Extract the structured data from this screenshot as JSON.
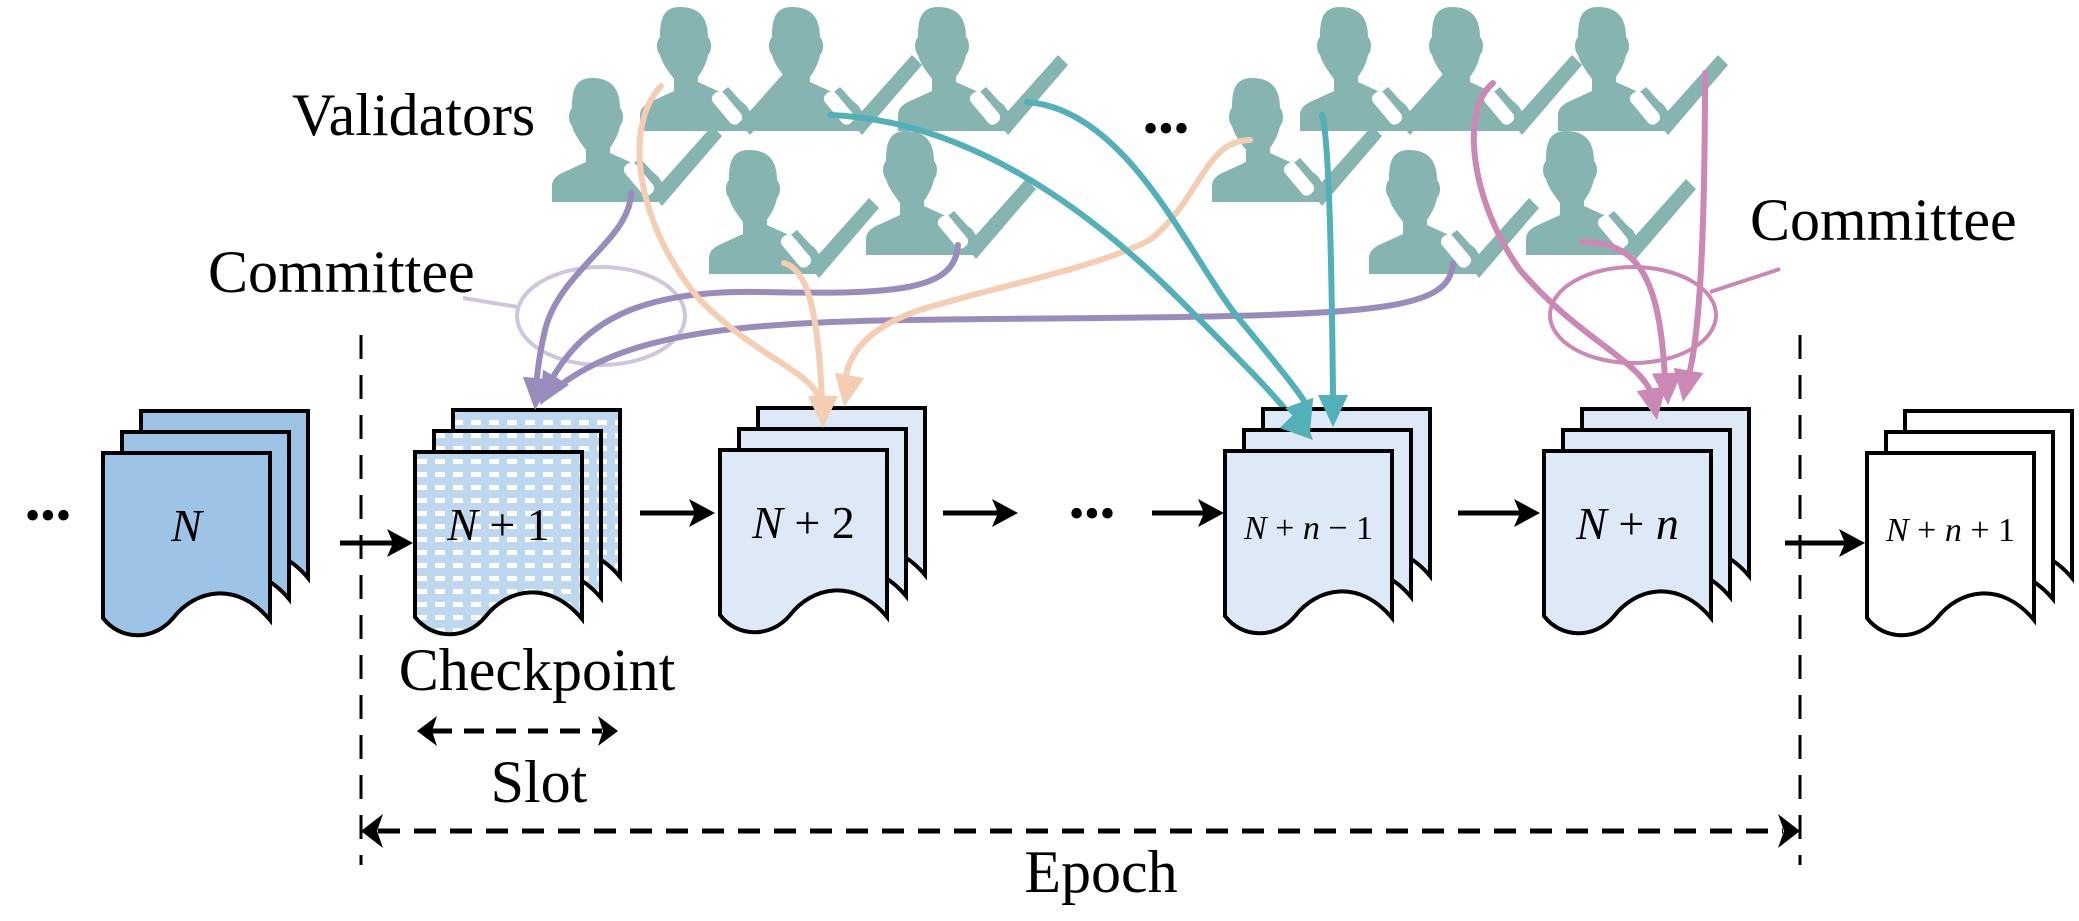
{
  "labels": {
    "validators": "Validators",
    "committee_left": "Committee",
    "committee_right": "Committee",
    "checkpoint": "Checkpoint",
    "slot": "Slot",
    "epoch": "Epoch",
    "ellipsis": "•••"
  },
  "blocks": [
    {
      "id": "block-n",
      "label_parts": [
        [
          "N",
          "i"
        ]
      ],
      "style": "past"
    },
    {
      "id": "block-n-plus-1",
      "label_parts": [
        [
          "N",
          "i"
        ],
        [
          " + 1",
          "u"
        ]
      ],
      "style": "checkpoint"
    },
    {
      "id": "block-n-plus-2",
      "label_parts": [
        [
          "N",
          "i"
        ],
        [
          " + 2",
          "u"
        ]
      ],
      "style": "epoch"
    },
    {
      "id": "block-n-plus-n-minus-1",
      "label_parts": [
        [
          "N",
          "i"
        ],
        [
          " + ",
          "u"
        ],
        [
          "n",
          "i"
        ],
        [
          " − 1",
          "u"
        ]
      ],
      "style": "epoch"
    },
    {
      "id": "block-n-plus-n",
      "label_parts": [
        [
          "N",
          "i"
        ],
        [
          " + ",
          "u"
        ],
        [
          "n",
          "i"
        ]
      ],
      "style": "epoch"
    },
    {
      "id": "block-n-plus-n-plus-1",
      "label_parts": [
        [
          "N",
          "i"
        ],
        [
          " + ",
          "u"
        ],
        [
          "n",
          "i"
        ],
        [
          " + 1",
          "u"
        ]
      ],
      "style": "future"
    }
  ],
  "colors": {
    "validator_icon": "#86b5b1",
    "block_past": "#9dc3e6",
    "block_epoch": "#dde9f6",
    "block_checkpoint": "#bdd7ee",
    "block_future": "#ffffff",
    "arrow_purple": "#9a8bbd",
    "committee_ellipse_left": "#cfc5df",
    "arrow_peach": "#f4cdb2",
    "arrow_teal": "#52b0b8",
    "arrow_pink": "#cc88b4"
  },
  "validator_groups": [
    {
      "name": "left-validator-group",
      "count": 6
    },
    {
      "name": "right-validator-group",
      "count": 6
    }
  ]
}
